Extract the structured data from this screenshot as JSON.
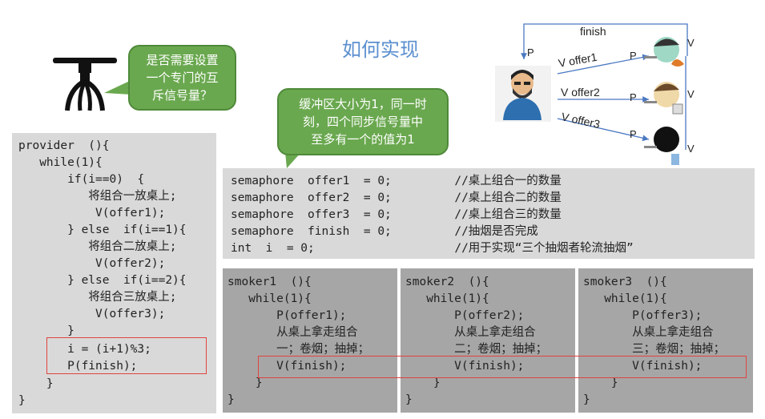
{
  "title": "如何实现",
  "bubble_left": {
    "lines": [
      "是否需要设置",
      "一个专门的互",
      "斥信号量？"
    ]
  },
  "bubble_mid": {
    "lines": [
      "缓冲区大小为1，同一时",
      "刻，四个同步信号量中",
      "至多有一个的值为1"
    ]
  },
  "process_diagram": {
    "finish_label": "finish",
    "p_label": "P",
    "v_label": "V",
    "arrow_labels": [
      "V offer1",
      "V  offer2",
      "V offer3"
    ]
  },
  "provider_code": [
    "provider  (){",
    "   while(1){",
    "       if(i==0)  {",
    "          将组合一放桌上;",
    "           V(offer1);",
    "       } else  if(i==1){",
    "          将组合二放桌上;",
    "           V(offer2);",
    "       } else  if(i==2){",
    "          将组合三放桌上;",
    "           V(offer3);",
    "       }",
    "       i = (i+1)%3;",
    "       P(finish);",
    "    }",
    "}"
  ],
  "declarations": [
    "semaphore  offer1  = 0;         //桌上组合一的数量",
    "semaphore  offer2  = 0;         //桌上组合二的数量",
    "semaphore  offer3  = 0;         //桌上组合三的数量",
    "semaphore  finish  = 0;         //抽烟是否完成",
    "int  i  = 0;                    //用于实现“三个抽烟者轮流抽烟”"
  ],
  "smokers": [
    {
      "lines": [
        "smoker1  (){",
        "   while(1){",
        "       P(offer1);",
        "       从桌上拿走组合",
        "       一；卷烟；抽掉；",
        "       V(finish);",
        "    }",
        "}"
      ]
    },
    {
      "lines": [
        "smoker2  (){",
        "   while(1){",
        "       P(offer2);",
        "       从桌上拿走组合",
        "       二；卷烟；抽掉；",
        "       V(finish);",
        "    }",
        "}"
      ]
    },
    {
      "lines": [
        "smoker3  (){",
        "   while(1){",
        "       P(offer3);",
        "       从桌上拿走组合",
        "       三；卷烟；抽掉；",
        "       V(finish);",
        "    }",
        "}"
      ]
    }
  ],
  "colors": {
    "title": "#5b8fcf",
    "bubble": "#6aa84f",
    "highlight": "#e0443e",
    "arrow": "#4a78c2"
  }
}
